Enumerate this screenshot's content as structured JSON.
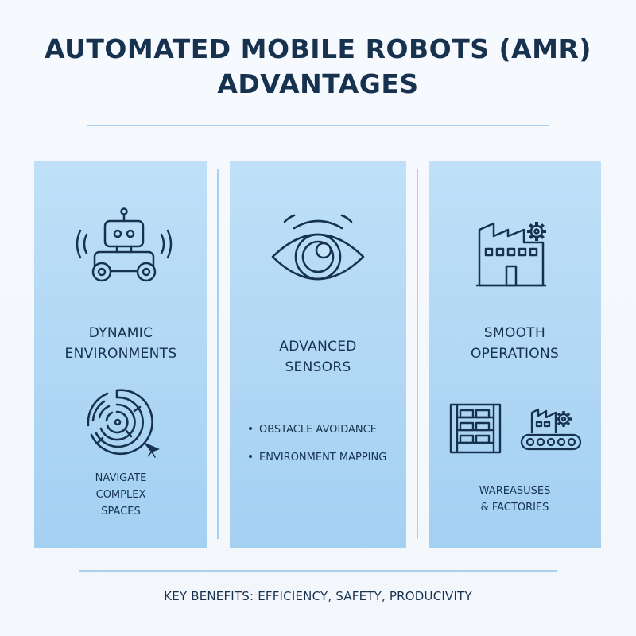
{
  "title": {
    "line1": "AUTOMATED MOBILE ROBOTS (AMR)",
    "line2": "ADVANTAGES"
  },
  "panels": [
    {
      "heading": [
        "DYNAMIC",
        "ENVIRONMENTS"
      ],
      "main_icon": "robot-icon",
      "secondary_icon": "maze-icon",
      "caption": [
        "NAVIGATE",
        "COMPLEX",
        "SPACES"
      ]
    },
    {
      "heading": [
        "ADVANCED",
        "SENSORS"
      ],
      "main_icon": "eye-sensor-icon",
      "bullets": [
        "OBSTACLE AVOIDANCE",
        "ENVIRONMENT MAPPING"
      ]
    },
    {
      "heading": [
        "SMOOTH",
        "OPERATIONS"
      ],
      "main_icon": "factory-gear-icon",
      "secondary_icons": [
        "warehouse-shelf-icon",
        "conveyor-factory-icon"
      ],
      "caption": [
        "WAREASUSES",
        "& FACTORIES"
      ]
    }
  ],
  "footer": "KEY BENEFITS: EFFICIENCY, SAFETY, PRODUCIVITY",
  "colors": {
    "text": "#17324f",
    "panel_top": "#bfe0f8",
    "panel_bottom": "#a4d0f2",
    "rule": "#a9cfee",
    "background": "#f6f9fd"
  }
}
